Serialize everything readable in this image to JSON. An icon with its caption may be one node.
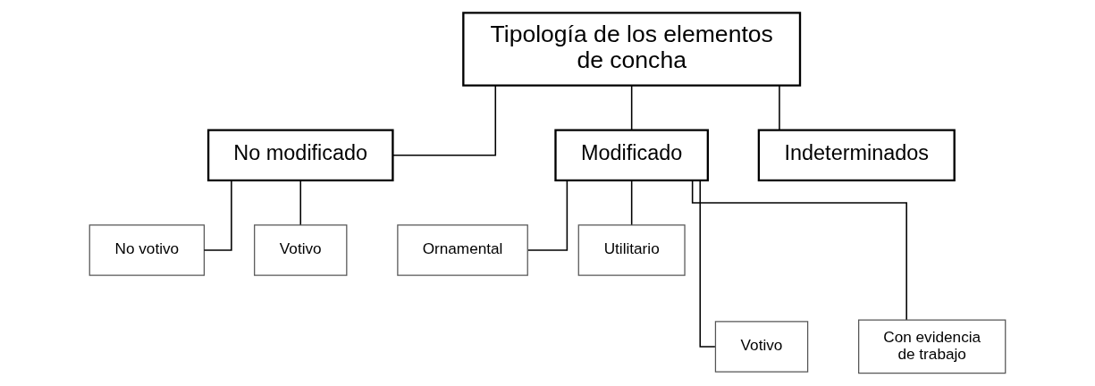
{
  "diagram": {
    "nodes": [
      {
        "text": [
          "Tipología de los elementos de concha"
        ]
      },
      {
        "text": [
          "No modificado"
        ]
      },
      {
        "text": [
          "Modificado"
        ]
      },
      {
        "text": [
          "Indeterminados"
        ]
      },
      {
        "text": [
          "No votivo"
        ]
      },
      {
        "text": [
          "Votivo"
        ]
      },
      {
        "text": [
          "Ornamental"
        ]
      },
      {
        "text": [
          "Utilitario"
        ]
      },
      {
        "text": [
          "Votivo"
        ]
      },
      {
        "text": [
          "Con evidencia de trabajo"
        ]
      }
    ],
    "edges": [
      {
        "from": 0,
        "to": 1,
        "arrow": "none"
      },
      {
        "from": 0,
        "to": 2,
        "arrow": "none"
      },
      {
        "from": 0,
        "to": 3,
        "arrow": "none"
      },
      {
        "from": 1,
        "to": 4,
        "arrow": "none"
      },
      {
        "from": 1,
        "to": 5,
        "arrow": "none"
      },
      {
        "from": 2,
        "to": 6,
        "arrow": "none"
      },
      {
        "from": 2,
        "to": 7,
        "arrow": "none"
      },
      {
        "from": 2,
        "to": 8,
        "arrow": "none"
      },
      {
        "from": 2,
        "to": 9,
        "arrow": "none"
      }
    ]
  }
}
